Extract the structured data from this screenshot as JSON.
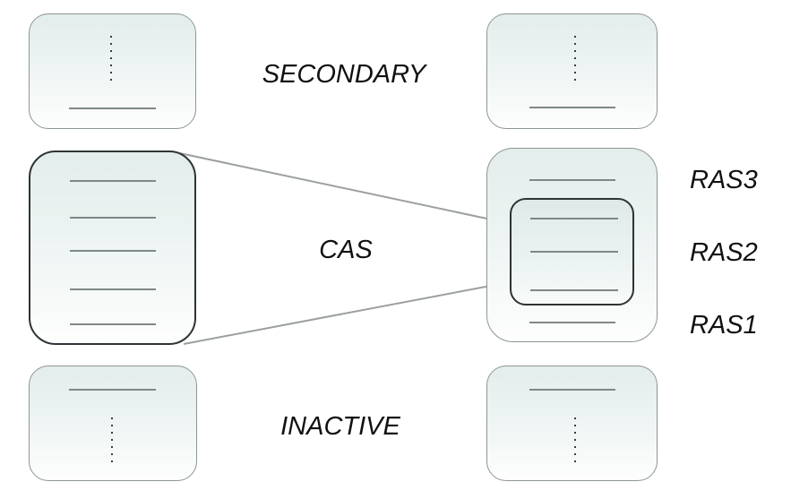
{
  "labels": {
    "secondary": "SECONDARY",
    "cas": "CAS",
    "inactive": "INACTIVE",
    "ras3": "RAS3",
    "ras2": "RAS2",
    "ras1": "RAS1"
  },
  "diagram": {
    "rows": [
      {
        "label": "SECONDARY",
        "left_card": "ellipsis-with-one-line",
        "right_card": "ellipsis-with-one-line"
      },
      {
        "label": "CAS",
        "left_card": "five-lines-highlighted",
        "right_card": "grouped-lines-with-inner-box"
      },
      {
        "label": "INACTIVE",
        "left_card": "one-line-with-ellipsis",
        "right_card": "one-line-with-ellipsis"
      }
    ],
    "inner_box_row_labels": [
      "RAS3",
      "RAS2",
      "RAS1"
    ],
    "callout": "two thin lines connect the highlighted left card to the inner box of the right card"
  },
  "colors": {
    "background": "#ffffff",
    "card_fill_top": "#e3edeb",
    "card_fill_bottom": "#fdfefd",
    "border_gray": "#8c9692",
    "border_dark": "#2e3335",
    "row_line": "#7f8886",
    "dots": "#3a3f3e",
    "connector_line": "#9aa09e",
    "text": "#111111"
  }
}
